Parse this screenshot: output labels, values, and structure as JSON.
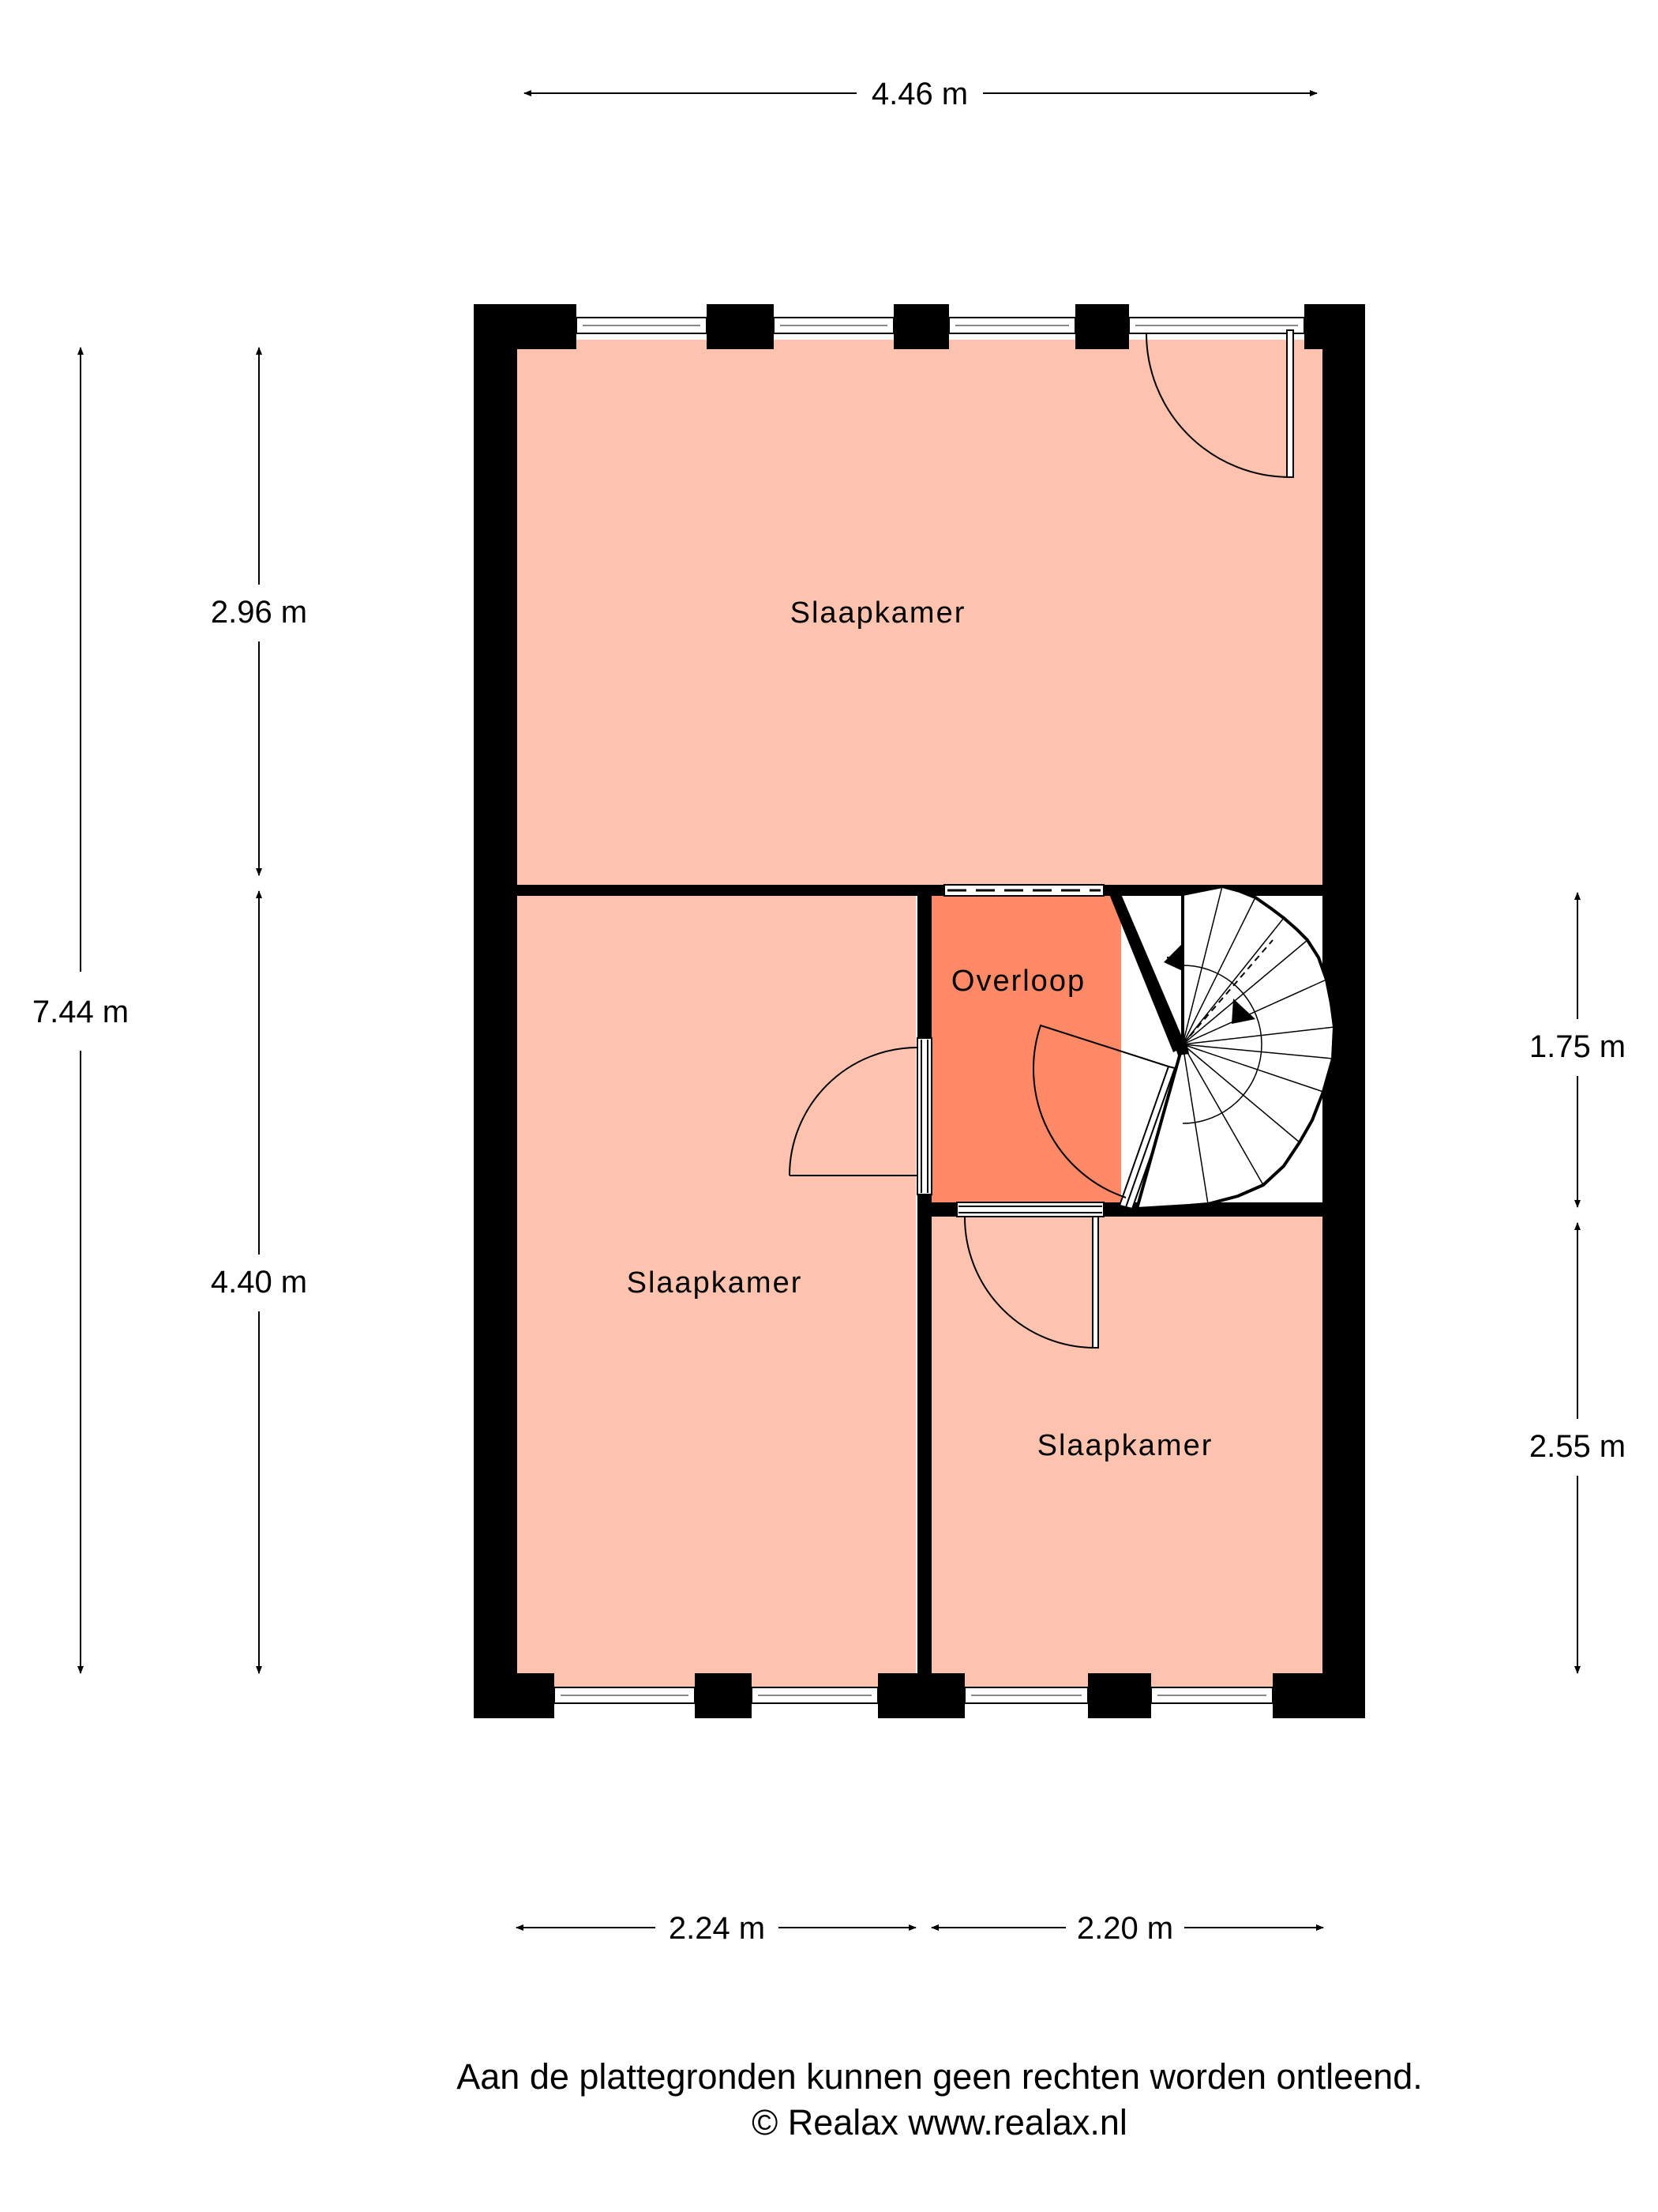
{
  "dimensions": {
    "top_width": "4.46 m",
    "total_height": "7.44 m",
    "left_upper": "2.96 m",
    "left_lower": "4.40 m",
    "right_upper": "1.75 m",
    "right_lower": "2.55 m",
    "bottom_left": "2.24 m",
    "bottom_right": "2.20 m"
  },
  "rooms": {
    "top_bedroom": "Slaapkamer",
    "left_bedroom": "Slaapkamer",
    "landing": "Overloop",
    "right_bedroom": "Slaapkamer"
  },
  "colors": {
    "room_fill": "#FDC3AE",
    "landing_fill": "#FD8966",
    "wall": "#000000"
  },
  "footer": {
    "disclaimer": "Aan de plattegronden kunnen geen rechten worden ontleend.",
    "copyright": "© Realax www.realax.nl"
  }
}
